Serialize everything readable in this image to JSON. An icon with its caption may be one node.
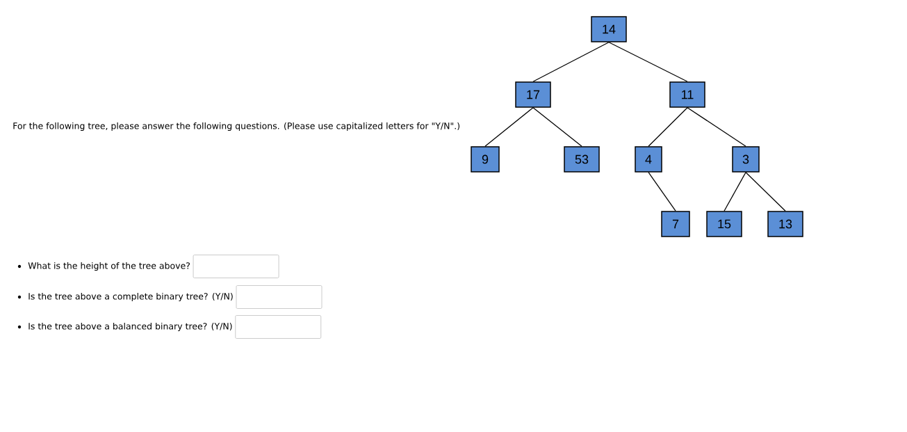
{
  "diagram": {
    "nodes": [
      {
        "text": [
          "14"
        ]
      },
      {
        "text": [
          "17"
        ]
      },
      {
        "text": [
          "11"
        ]
      },
      {
        "text": [
          "9"
        ]
      },
      {
        "text": [
          "53"
        ]
      },
      {
        "text": [
          "4"
        ]
      },
      {
        "text": [
          "3"
        ]
      },
      {
        "text": [
          "7"
        ]
      },
      {
        "text": [
          "15"
        ]
      },
      {
        "text": [
          "13"
        ]
      }
    ],
    "edges": [
      {
        "from": 0,
        "to": 1,
        "arrow": "none"
      },
      {
        "from": 0,
        "to": 2,
        "arrow": "none"
      },
      {
        "from": 1,
        "to": 3,
        "arrow": "none"
      },
      {
        "from": 1,
        "to": 4,
        "arrow": "none"
      },
      {
        "from": 2,
        "to": 5,
        "arrow": "none"
      },
      {
        "from": 2,
        "to": 6,
        "arrow": "none"
      },
      {
        "from": 5,
        "to": 7,
        "arrow": "none"
      },
      {
        "from": 6,
        "to": 8,
        "arrow": "none"
      },
      {
        "from": 6,
        "to": 9,
        "arrow": "none"
      }
    ],
    "labels": [
      "For the following tree, please answer the following questions. (Please use capitalized letters for \"Y/N\".)",
      "What is the height of the tree above?",
      "Is the tree above a complete binary tree?  (Y/N)",
      "Is the tree above a balanced binary tree?  (Y/N)"
    ]
  }
}
